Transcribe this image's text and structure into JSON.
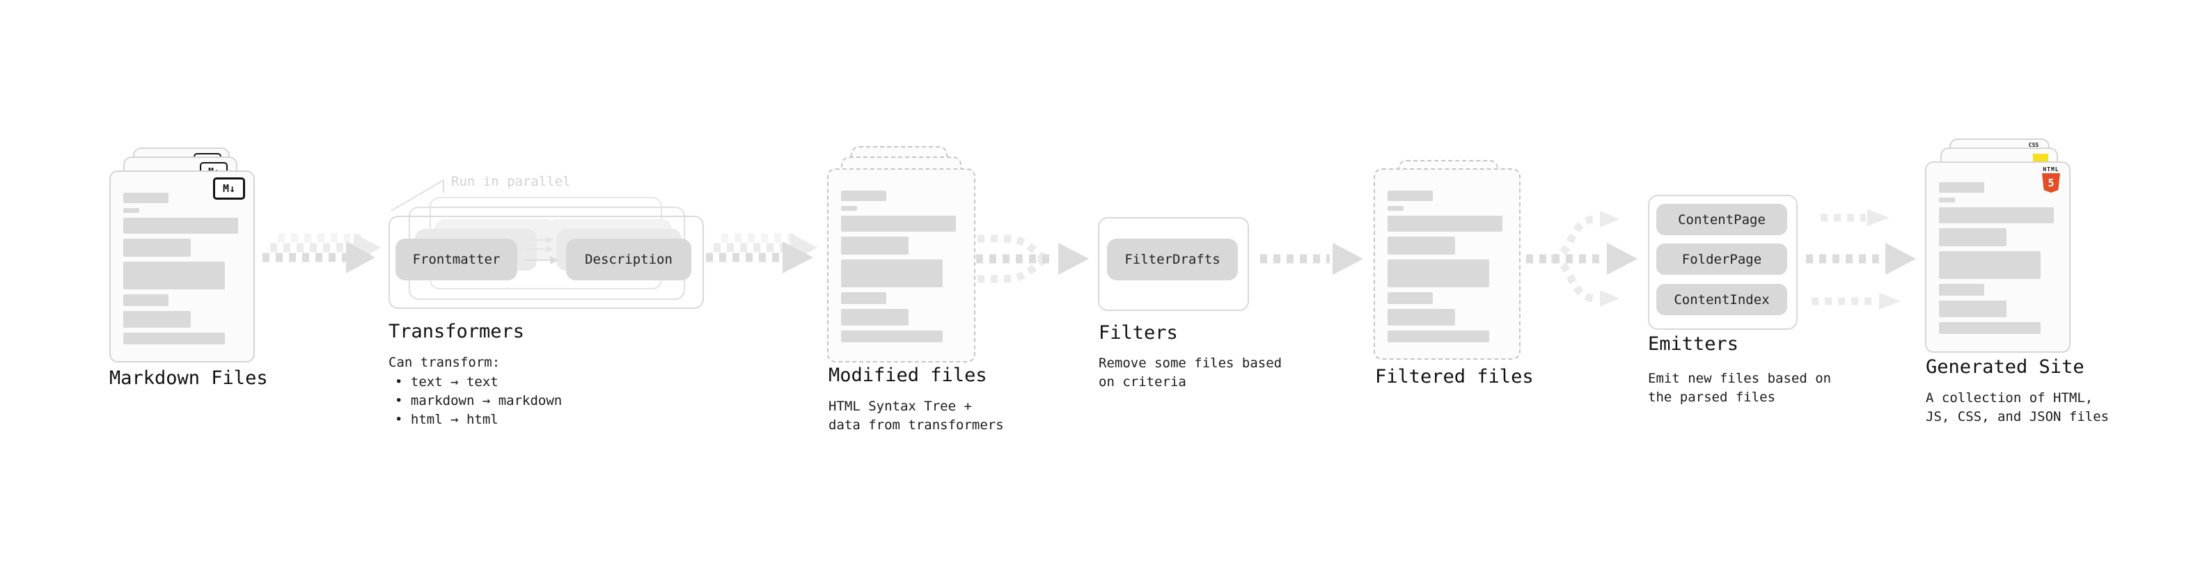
{
  "diagram": {
    "stage_markdown": {
      "title": "Markdown Files",
      "badge": "M↓"
    },
    "stage_transformers": {
      "annotation": "Run in parallel",
      "pill_frontmatter": "Frontmatter",
      "pill_description": "Description",
      "title": "Transformers",
      "caption": "Can transform:",
      "bullets": [
        "• text → text",
        "• markdown → markdown",
        "• html → html"
      ]
    },
    "stage_modified": {
      "title": "Modified files",
      "caption_line1": "HTML Syntax Tree +",
      "caption_line2": "data from transformers"
    },
    "stage_filters": {
      "pill": "FilterDrafts",
      "title": "Filters",
      "caption_line1": "Remove some files based",
      "caption_line2": "on criteria"
    },
    "stage_filtered": {
      "title": "Filtered files"
    },
    "stage_emitters": {
      "pills": [
        "ContentPage",
        "FolderPage",
        "ContentIndex"
      ],
      "title": "Emitters",
      "caption_line1": "Emit new files based on",
      "caption_line2": "the parsed files"
    },
    "stage_generated": {
      "title": "Generated Site",
      "caption_line1": "A collection of HTML,",
      "caption_line2": "JS, CSS, and JSON files",
      "badge_html_label": "HTML",
      "badge_html_number": "5",
      "badge_css_label": "CSS"
    },
    "colors": {
      "html5_orange": "#e44d26",
      "js_yellow": "#f7df1e",
      "css_blue": "#2965f1",
      "pill_gray": "#d8d8d8",
      "arrow_gray": "#dcdcdc"
    }
  }
}
